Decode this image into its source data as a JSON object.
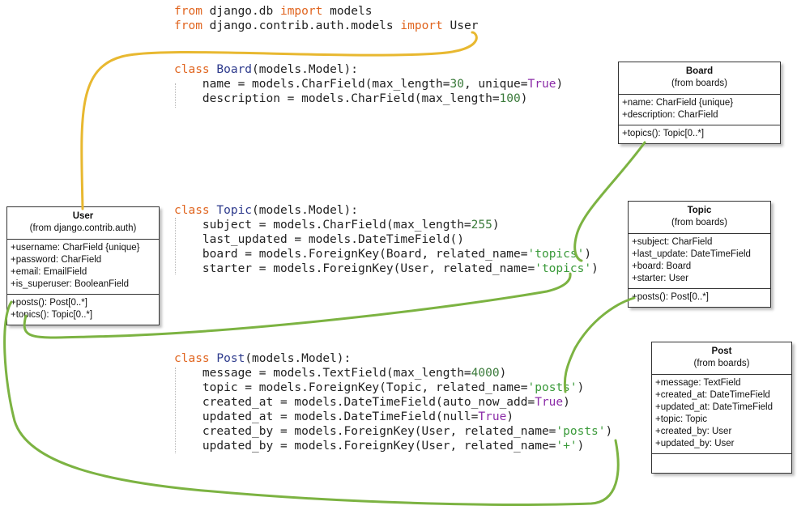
{
  "imports": [
    {
      "kw1": "from",
      "module": "django.db",
      "kw2": "import",
      "name": "models"
    },
    {
      "kw1": "from",
      "module": "django.contrib.auth.models",
      "kw2": "import",
      "name": "User"
    }
  ],
  "code": {
    "board": [
      [
        {
          "t": "class",
          "c": "kw"
        },
        {
          "t": " "
        },
        {
          "t": "Board",
          "c": "cls"
        },
        {
          "t": "(models.Model):"
        }
      ],
      [
        {
          "t": "    name = models.CharField(max_length="
        },
        {
          "t": "30",
          "c": "num"
        },
        {
          "t": ", unique="
        },
        {
          "t": "True",
          "c": "bool"
        },
        {
          "t": ")"
        }
      ],
      [
        {
          "t": "    description = models.CharField(max_length="
        },
        {
          "t": "100",
          "c": "num"
        },
        {
          "t": ")"
        }
      ]
    ],
    "topic": [
      [
        {
          "t": "class",
          "c": "kw"
        },
        {
          "t": " "
        },
        {
          "t": "Topic",
          "c": "cls"
        },
        {
          "t": "(models.Model):"
        }
      ],
      [
        {
          "t": "    subject = models.CharField(max_length="
        },
        {
          "t": "255",
          "c": "num"
        },
        {
          "t": ")"
        }
      ],
      [
        {
          "t": "    last_updated = models.DateTimeField()"
        }
      ],
      [
        {
          "t": "    board = models.ForeignKey(Board, related_name="
        },
        {
          "t": "'topics'",
          "c": "str"
        },
        {
          "t": ")"
        }
      ],
      [
        {
          "t": "    starter = models.ForeignKey(User, related_name="
        },
        {
          "t": "'topics'",
          "c": "str"
        },
        {
          "t": ")"
        }
      ]
    ],
    "post": [
      [
        {
          "t": "class",
          "c": "kw"
        },
        {
          "t": " "
        },
        {
          "t": "Post",
          "c": "cls"
        },
        {
          "t": "(models.Model):"
        }
      ],
      [
        {
          "t": "    message = models.TextField(max_length="
        },
        {
          "t": "4000",
          "c": "num"
        },
        {
          "t": ")"
        }
      ],
      [
        {
          "t": "    topic = models.ForeignKey(Topic, related_name="
        },
        {
          "t": "'posts'",
          "c": "str"
        },
        {
          "t": ")"
        }
      ],
      [
        {
          "t": "    created_at = models.DateTimeField(auto_now_add="
        },
        {
          "t": "True",
          "c": "bool"
        },
        {
          "t": ")"
        }
      ],
      [
        {
          "t": "    updated_at = models.DateTimeField(null="
        },
        {
          "t": "True",
          "c": "bool"
        },
        {
          "t": ")"
        }
      ],
      [
        {
          "t": "    created_by = models.ForeignKey(User, related_name="
        },
        {
          "t": "'posts'",
          "c": "str"
        },
        {
          "t": ")"
        }
      ],
      [
        {
          "t": "    updated_by = models.ForeignKey(User, related_name="
        },
        {
          "t": "'+'",
          "c": "str"
        },
        {
          "t": ")"
        }
      ]
    ]
  },
  "uml": {
    "user": {
      "name": "User",
      "from": "(from django.contrib.auth)",
      "attributes": [
        "+username: CharField {unique}",
        "+password: CharField",
        "+email: EmailField",
        "+is_superuser: BooleanField"
      ],
      "methods": [
        "+posts(): Post[0..*]",
        "+topics(): Topic[0..*]"
      ]
    },
    "board": {
      "name": "Board",
      "from": "(from boards)",
      "attributes": [
        "+name: CharField {unique}",
        "+description: CharField"
      ],
      "methods": [
        "+topics(): Topic[0..*]"
      ]
    },
    "topic": {
      "name": "Topic",
      "from": "(from boards)",
      "attributes": [
        "+subject: CharField",
        "+last_update: DateTimeField",
        "+board: Board",
        "+starter: User"
      ],
      "methods": [
        "+posts(): Post[0..*]"
      ]
    },
    "post": {
      "name": "Post",
      "from": "(from boards)",
      "attributes": [
        "+message: TextField",
        "+created_at: DateTimeField",
        "+updated_at: DateTimeField",
        "+topic: Topic",
        "+created_by: User",
        "+updated_by: User"
      ],
      "methods": []
    }
  },
  "colors": {
    "keyword": "#e0641e",
    "class_name": "#2d3a8c",
    "number": "#3a7a3a",
    "string": "#3a9a3a",
    "boolean": "#8c2da8",
    "connector_yellow": "#e8b830",
    "connector_green": "#7cb342"
  }
}
